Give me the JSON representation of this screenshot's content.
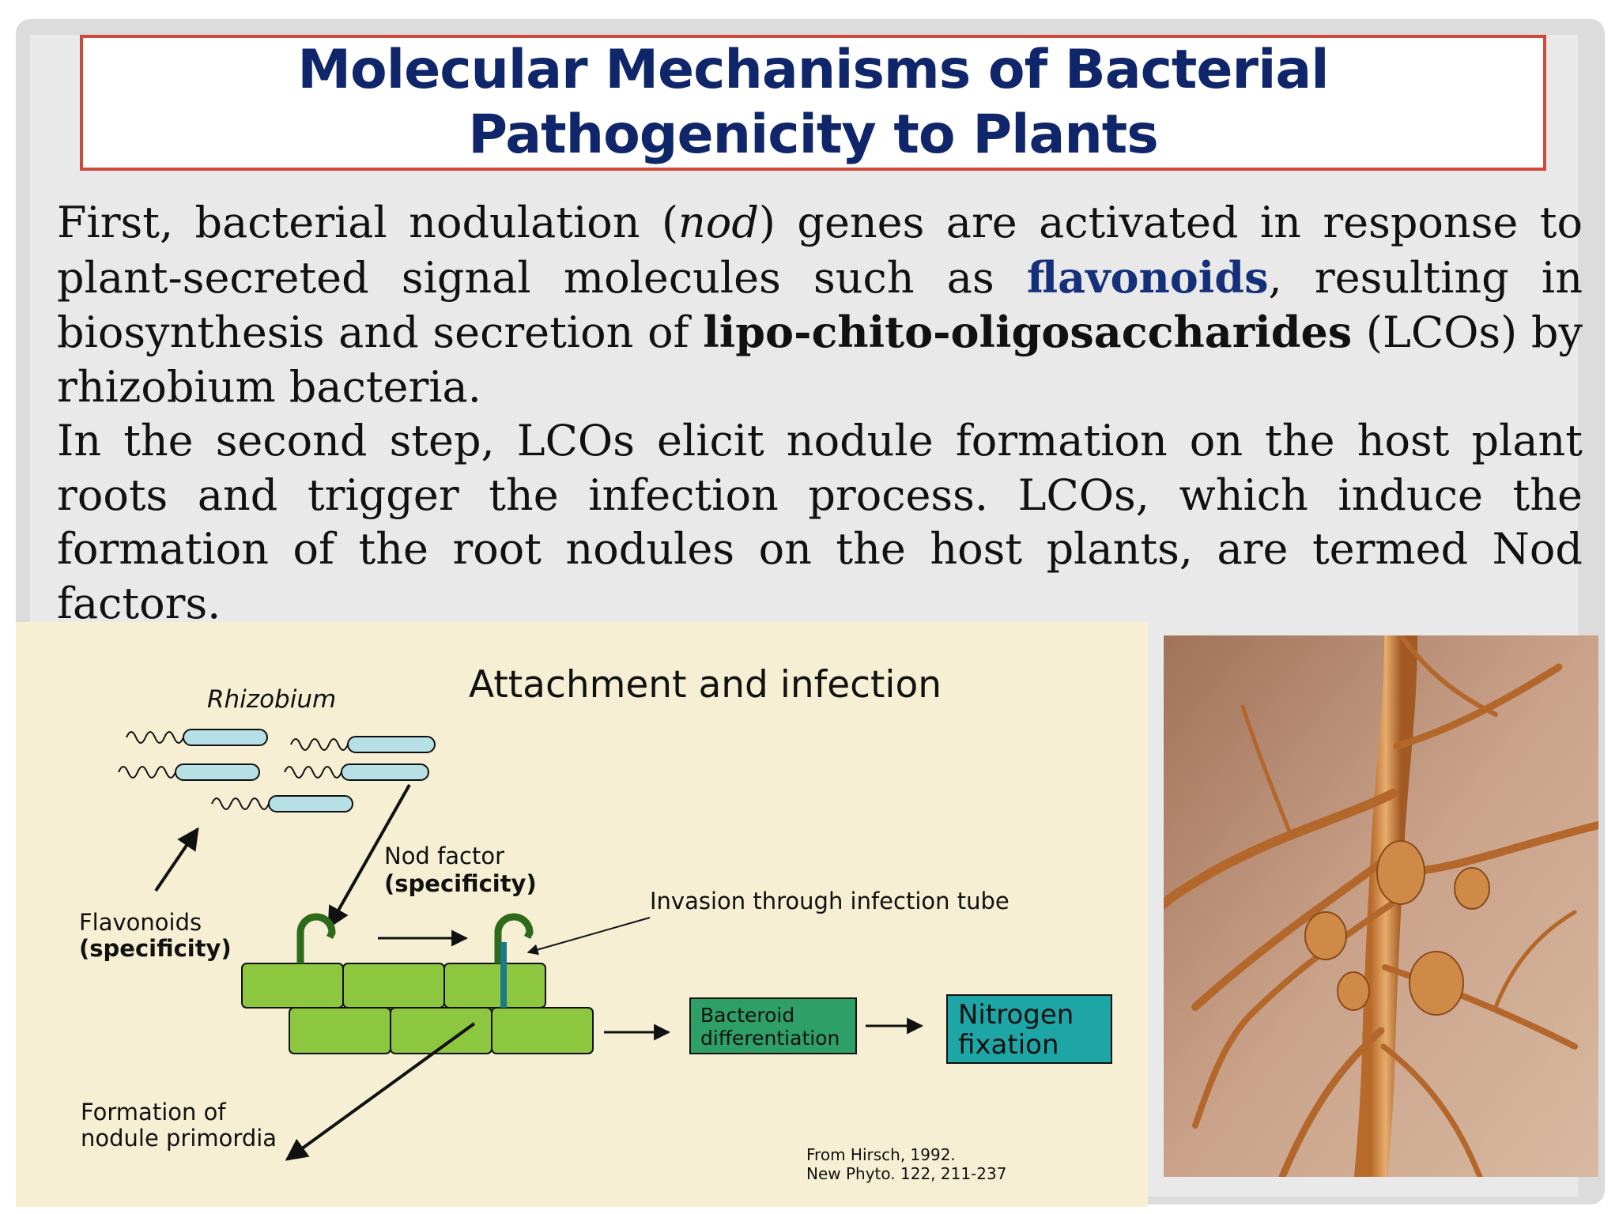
{
  "title": {
    "line1": "Molecular Mechanisms of Bacterial",
    "line2": "Pathogenicity to Plants"
  },
  "paragraph1": {
    "part1": "First, bacterial nodulation (",
    "nod": "nod",
    "part2": ") genes are activated in response to plant-secreted signal molecules such as ",
    "flavonoids": "flavonoids",
    "part3": ", resulting in biosynthesis and secretion of ",
    "lcos": "lipo-chito-oligosaccharides",
    "part4": " (LCOs) by rhizobium bacteria."
  },
  "paragraph2": "In the second step, LCOs elicit nodule formation on the host plant roots and trigger the infection process. LCOs, which induce the formation of the root nodules on the host plants, are termed Nod factors.",
  "diagram": {
    "heading": "Attachment and infection",
    "rhizobium": "Rhizobium",
    "nod_factor": "Nod factor",
    "nod_factor_spec": "(specificity)",
    "invasion": "Invasion through infection tube",
    "flavonoids": "Flavonoids",
    "flavonoids_spec": "(specificity)",
    "bacteroid_line1": "Bacteroid",
    "bacteroid_line2": "differentiation",
    "nitrogen_line1": "Nitrogen",
    "nitrogen_line2": "fixation",
    "formation_line1": "Formation of",
    "formation_line2": "nodule primordia",
    "citation_line1": "From Hirsch, 1992.",
    "citation_line2": "New Phyto. 122, 211-237"
  },
  "colors": {
    "title_text": "#10266b",
    "title_border": "#cf4a3a",
    "cell_fill": "#8dc63f",
    "bacteroid_fill": "#2e9f66",
    "nitrogen_fill": "#1ea6a6",
    "bacteria_fill": "#b7dfe6",
    "diagram_bg": "#f6efd3"
  }
}
